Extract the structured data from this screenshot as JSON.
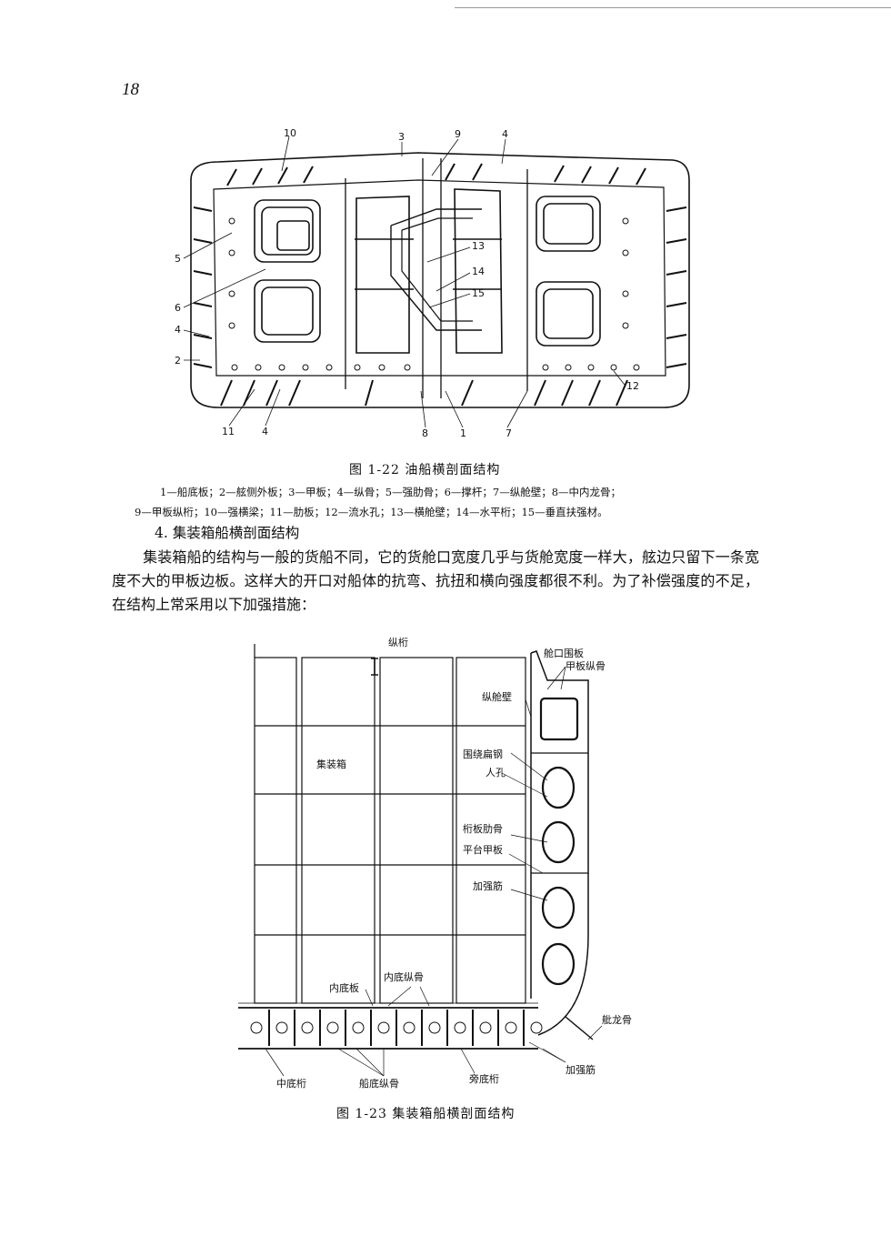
{
  "page": {
    "number": "18"
  },
  "figure1": {
    "caption": "图 1-22   油船横剖面结构",
    "callouts": [
      "10",
      "3",
      "9",
      "4",
      "5",
      "6",
      "4",
      "2",
      "13",
      "14",
      "15",
      "12",
      "11",
      "4",
      "8",
      "1",
      "7"
    ],
    "legend_line1": "1—船底板；2—舷侧外板；3—甲板；4—纵骨；5—强肋骨；6—撑杆；7—纵舱壁；8—中内龙骨；",
    "legend_line2": "9—甲板纵桁；10—强横梁；11—肋板；12—流水孔；13—横舱壁；14—水平桁；15—垂直扶强材。"
  },
  "section": {
    "heading": "4. 集装箱船横剖面结构",
    "paragraph": "集装箱船的结构与一般的货船不同，它的货舱口宽度几乎与货舱宽度一样大，舷边只留下一条宽度不大的甲板边板。这样大的开口对船体的抗弯、抗扭和横向强度都很不利。为了补偿强度的不足，在结构上常采用以下加强措施："
  },
  "figure2": {
    "caption": "图 1-23   集装箱船横剖面结构",
    "labels": {
      "girder": "纵桁",
      "hatch_coaming": "舱口围板",
      "deck_longitudinal": "甲板纵骨",
      "longitudinal_bulkhead": "纵舱壁",
      "container": "集装箱",
      "flat_bar": "围绕扁钢",
      "manhole": "人孔",
      "web_frame": "桁板肋骨",
      "platform_deck": "平台甲板",
      "stiffener_upper": "加强筋",
      "inner_bottom": "内底板",
      "inner_bottom_long": "内底纵骨",
      "bilge_keel": "舭龙骨",
      "stiffener_lower": "加强筋",
      "center_girder": "中底桁",
      "bottom_long": "船底纵骨",
      "side_girder": "旁底桁"
    }
  }
}
